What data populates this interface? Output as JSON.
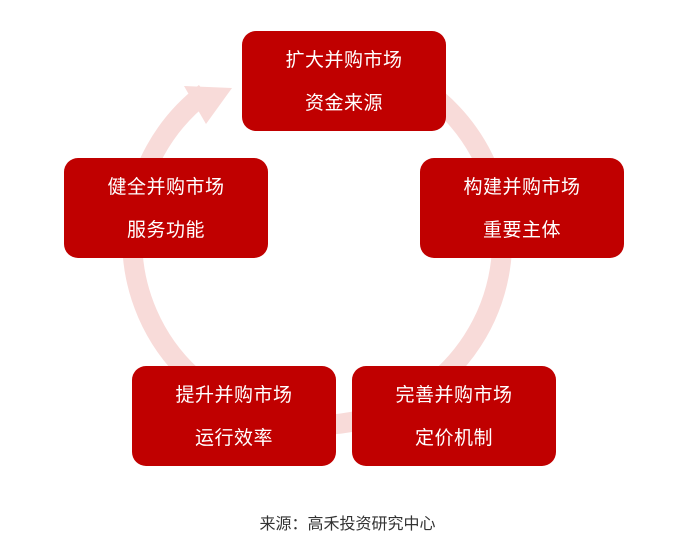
{
  "diagram": {
    "ring_color": "#f8dbd9",
    "node_color": "#c00000",
    "nodes": [
      {
        "line1": "扩大并购市场",
        "line2": "资金来源"
      },
      {
        "line1": "构建并购市场",
        "line2": "重要主体"
      },
      {
        "line1": "完善并购市场",
        "line2": "定价机制"
      },
      {
        "line1": "提升并购市场",
        "line2": "运行效率"
      },
      {
        "line1": "健全并购市场",
        "line2": "服务功能"
      }
    ]
  },
  "source": "来源：高禾投资研究中心"
}
